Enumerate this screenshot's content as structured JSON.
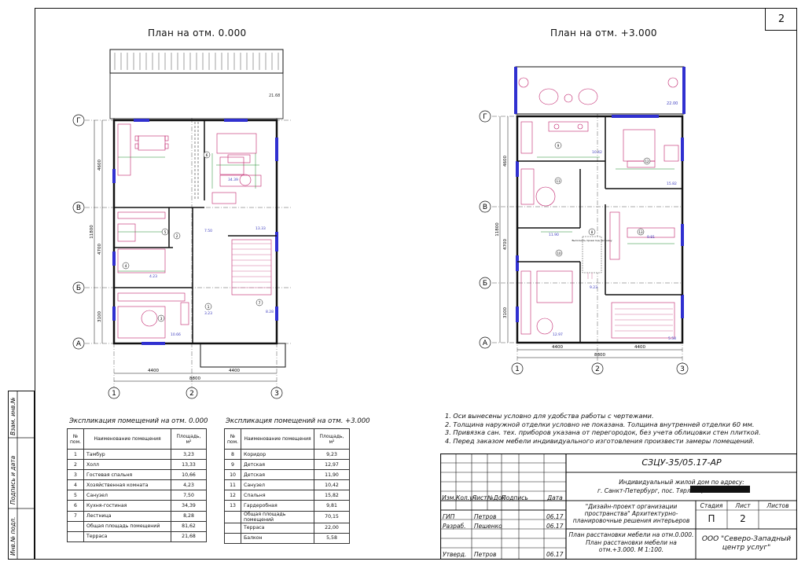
{
  "sheet_number": "2",
  "plans": {
    "ground": {
      "title": "План на отм. 0.000",
      "axes_letters": [
        "Г",
        "В",
        "Б",
        "А"
      ],
      "axes_numbers": [
        "1",
        "2",
        "3"
      ],
      "dims": {
        "total": "8800",
        "half_left": "4400",
        "half_right": "4400",
        "v_total": "11800",
        "v_1": "4600",
        "v_2": "4700",
        "v_3": "3100",
        "terrace_area": "21.68"
      },
      "rooms": [
        {
          "num": "1",
          "area": "3.23"
        },
        {
          "num": "2",
          "area": "13.33"
        },
        {
          "num": "3",
          "area": "10.66"
        },
        {
          "num": "4",
          "area": "4.23"
        },
        {
          "num": "5",
          "area": "7.50"
        },
        {
          "num": "6",
          "area": "34.39"
        },
        {
          "num": "7",
          "area": "8.28"
        }
      ]
    },
    "upper": {
      "title": "План на отм. +3.000",
      "axes_letters": [
        "Г",
        "В",
        "Б",
        "А"
      ],
      "axes_numbers": [
        "1",
        "2",
        "3"
      ],
      "dims": {
        "total": "8800",
        "half_left": "4400",
        "half_right": "4400",
        "v_total": "11800",
        "v_1": "4600",
        "v_2": "4700",
        "v_3": "3100",
        "terrace_area": "22.00",
        "balcony_area": "5.58"
      },
      "rooms": [
        {
          "num": "8",
          "area": "9.23"
        },
        {
          "num": "9",
          "area": "12.97"
        },
        {
          "num": "10",
          "area": "11.90"
        },
        {
          "num": "11",
          "area": "10.42"
        },
        {
          "num": "12",
          "area": "15.82"
        },
        {
          "num": "13",
          "area": "9.81"
        }
      ],
      "note": "Выполнить проем под лестницу"
    }
  },
  "explication_ground": {
    "title": "Экспликация помещений на отм. 0.000",
    "headers": [
      "№ пом.",
      "Наименование помещения",
      "Площадь, м²"
    ],
    "rows": [
      [
        "1",
        "Тамбур",
        "3,23"
      ],
      [
        "2",
        "Холл",
        "13,33"
      ],
      [
        "3",
        "Гостевая спальня",
        "10,66"
      ],
      [
        "4",
        "Хозяйственная комната",
        "4,23"
      ],
      [
        "5",
        "Санузел",
        "7,50"
      ],
      [
        "6",
        "Кухня-гостиная",
        "34,39"
      ],
      [
        "7",
        "Лестница",
        "8,28"
      ],
      [
        "",
        "Общая площадь помещений",
        "81,62"
      ],
      [
        "",
        "Терраса",
        "21,68"
      ]
    ]
  },
  "explication_upper": {
    "title": "Экспликация помещений на отм. +3.000",
    "headers": [
      "№ пом.",
      "Наименование помещения",
      "Площадь, м²"
    ],
    "rows": [
      [
        "8",
        "Коридор",
        "9,23"
      ],
      [
        "9",
        "Детская",
        "12,97"
      ],
      [
        "10",
        "Детская",
        "11,90"
      ],
      [
        "11",
        "Санузел",
        "10,42"
      ],
      [
        "12",
        "Спальня",
        "15,82"
      ],
      [
        "13",
        "Гардеробная",
        "9,81"
      ],
      [
        "",
        "Общая площадь помещений",
        "70,15"
      ],
      [
        "",
        "Терраса",
        "22,00"
      ],
      [
        "",
        "Балкон",
        "5,58"
      ]
    ]
  },
  "notes": [
    "1. Оси вынесены условно для удобства работы с чертежами.",
    "2. Толщина наружной отделки условно не показана. Толщина внутренней отделки 60 мм.",
    "3. Привязка сан. тех. приборов указана от перегородок, без учета облицовки стен плиткой.",
    "4. Перед заказом мебели индивидуального изготовления произвести замеры помещений."
  ],
  "sidebar": [
    "Взам. инв.№",
    "Подпись и дата",
    "Инв.№ подл."
  ],
  "stamp": {
    "code": "СЗЦУ-35/05.17-АР",
    "object": "Индивидуальный жилой дом по адресу:",
    "address": "г. Санкт-Петербург, пос. Тярлево,",
    "project": "\"Дизайн-проект организации пространства\" Архитектурно-планировочные решения интерьеров",
    "sheet_title": "План расстановки мебели на отм.0.000. План расстановки мебели на отм.+3.000. М 1:100.",
    "org": "ООО \"Северо-Западный центр услуг\"",
    "col_headers": [
      "Изм.",
      "Кол.уч",
      "Лист",
      "№Док",
      "Подпись",
      "Дата"
    ],
    "stage_header": "Стадия",
    "sheet_header": "Лист",
    "sheets_header": "Листов",
    "stage": "П",
    "sheet": "2",
    "people": [
      {
        "role": "ГИП",
        "name": "Петров",
        "date": "06.17"
      },
      {
        "role": "Разраб.",
        "name": "Пешенко",
        "date": "06.17"
      },
      {
        "role": "",
        "name": "",
        "date": ""
      },
      {
        "role": "Утверд.",
        "name": "Петров",
        "date": "06.17"
      }
    ]
  },
  "colors": {
    "furniture": "#c0206a",
    "dimension": "#1a8a2a",
    "window": "#3030d0",
    "hatch": "#d46a9a"
  }
}
